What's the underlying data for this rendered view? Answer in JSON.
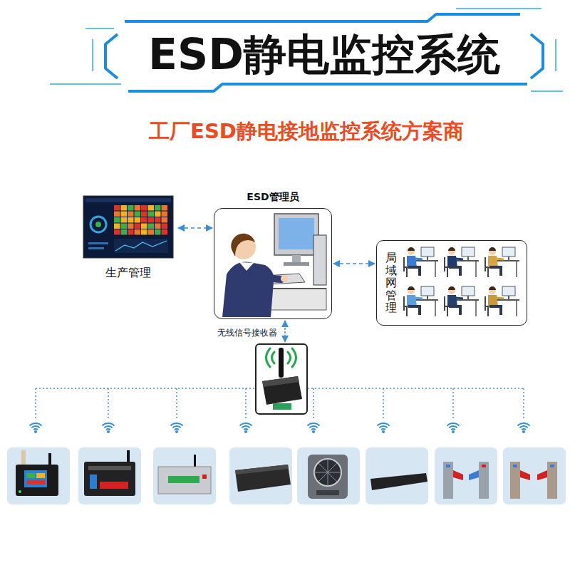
{
  "diagram": {
    "title": "ESD静电监控系统",
    "nodes": [
      {
        "text": [
          "生产管理"
        ]
      },
      {
        "text": [
          "ESD管理员"
        ]
      },
      {
        "text": [
          "局域网管理"
        ]
      },
      {
        "text": [
          "无线信号接收器"
        ]
      }
    ],
    "edges": [
      {
        "from": 0,
        "to": 1,
        "arrow": "both"
      },
      {
        "from": 1,
        "to": 2,
        "arrow": "both"
      },
      {
        "from": 1,
        "to": 3,
        "arrow": "both"
      }
    ],
    "labels": [
      "工厂ESD静电接地监控系统方案商"
    ]
  }
}
